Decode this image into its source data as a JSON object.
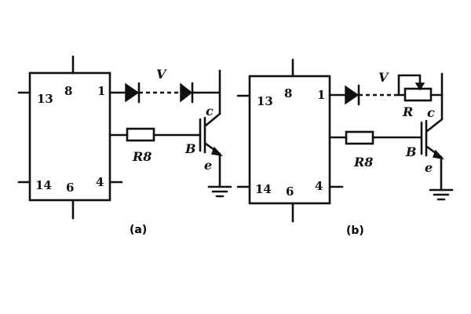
{
  "diagram_a": {
    "pins": {
      "p13": "13",
      "p8": "8",
      "p1": "1",
      "p14": "14",
      "p6": "6",
      "p4": "4"
    },
    "diode_label": "V",
    "resistor_label": "R8",
    "collector_label": "c",
    "base_label": "B",
    "emitter_label": "e",
    "caption": "(a)"
  },
  "diagram_b": {
    "pins": {
      "p13": "13",
      "p8": "8",
      "p1": "1",
      "p14": "14",
      "p6": "6",
      "p4": "4"
    },
    "diode_label": "V",
    "pot_label": "R",
    "resistor_label": "R8",
    "collector_label": "c",
    "base_label": "B",
    "emitter_label": "e",
    "caption": "(b)"
  },
  "colors": {
    "ink": "#111111",
    "background": "#ffffff"
  }
}
